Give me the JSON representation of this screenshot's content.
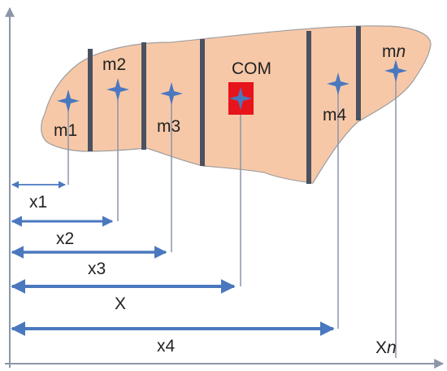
{
  "colors": {
    "body_fill": "#F7C8A8",
    "body_outline": "#9E9E9E",
    "divider": "#4A5160",
    "arrow": "#4A78BF",
    "guide_line": "#8C96A8",
    "com_marker": "#E8141C",
    "point_marker": "#4A78BF",
    "axis": "#8C96A8"
  },
  "points": [
    {
      "id": "m1",
      "label": "m1"
    },
    {
      "id": "m2",
      "label": "m2"
    },
    {
      "id": "m3",
      "label": "m3"
    },
    {
      "id": "com",
      "label": "COM"
    },
    {
      "id": "m4",
      "label": "m4"
    },
    {
      "id": "mn",
      "label_main": "m",
      "label_italic": "n"
    }
  ],
  "distances": [
    {
      "id": "x1",
      "label": "x1"
    },
    {
      "id": "x2",
      "label": "x2"
    },
    {
      "id": "x3",
      "label": "x3"
    },
    {
      "id": "X",
      "label": "X"
    },
    {
      "id": "x4",
      "label": "x4"
    },
    {
      "id": "Xn",
      "label_main": "X",
      "label_italic": "n"
    }
  ],
  "icons": {
    "point_marker": "four-point-star-icon",
    "com_marker": "red-square-icon",
    "arrowhead": "triangle-arrowhead-icon"
  }
}
